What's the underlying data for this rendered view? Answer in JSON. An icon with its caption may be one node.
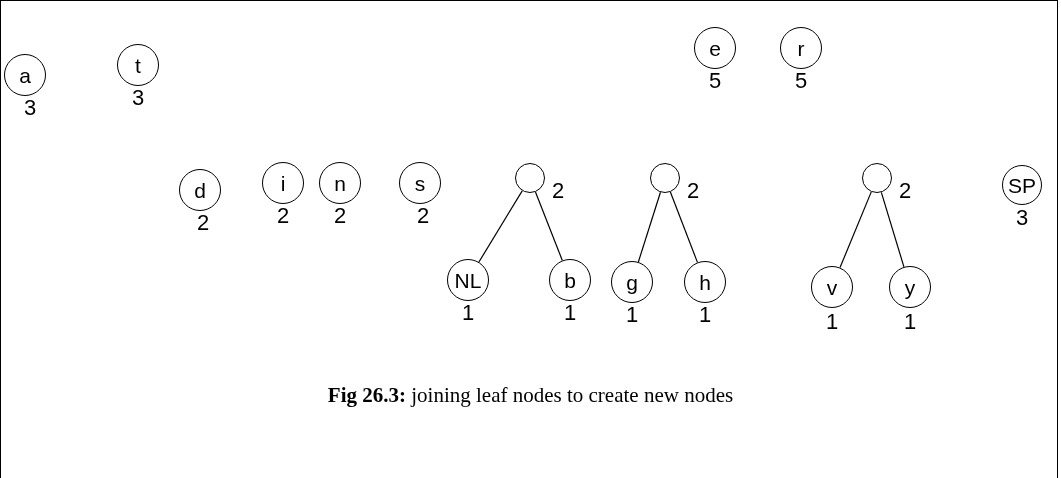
{
  "diagram": {
    "caption": "**Fig 26.3:** joining leaf nodes to create new nodes",
    "nodes": [
      {
        "text": [
          "a"
        ],
        "beside": [
          "3"
        ]
      },
      {
        "text": [
          "t"
        ],
        "beside": [
          "3"
        ]
      },
      {
        "text": [
          "e"
        ],
        "beside": [
          "5"
        ]
      },
      {
        "text": [
          "r"
        ],
        "beside": [
          "5"
        ]
      },
      {
        "text": [
          "d"
        ],
        "beside": [
          "2"
        ]
      },
      {
        "text": [
          "i"
        ],
        "beside": [
          "2"
        ]
      },
      {
        "text": [
          "n"
        ],
        "beside": [
          "2"
        ]
      },
      {
        "text": [
          "s"
        ],
        "beside": [
          "2"
        ]
      },
      {
        "text": [],
        "shape": "circle",
        "beside": [
          "2"
        ]
      },
      {
        "text": [],
        "shape": "circle",
        "beside": [
          "2"
        ]
      },
      {
        "text": [],
        "shape": "circle",
        "beside": [
          "2"
        ]
      },
      {
        "text": [
          "SP"
        ],
        "beside": [
          "3"
        ]
      },
      {
        "text": [
          "NL"
        ],
        "beside": [
          "1"
        ]
      },
      {
        "text": [
          "b"
        ],
        "beside": [
          "1"
        ]
      },
      {
        "text": [
          "g"
        ],
        "beside": [
          "1"
        ]
      },
      {
        "text": [
          "h"
        ],
        "beside": [
          "1"
        ]
      },
      {
        "text": [
          "v"
        ],
        "beside": [
          "1"
        ]
      },
      {
        "text": [
          "y"
        ],
        "beside": [
          "1"
        ]
      }
    ],
    "edges": [
      {
        "from": 8,
        "to": 12,
        "arrow": "none"
      },
      {
        "from": 8,
        "to": 13,
        "arrow": "none"
      },
      {
        "from": 9,
        "to": 14,
        "arrow": "none"
      },
      {
        "from": 9,
        "to": 15,
        "arrow": "none"
      },
      {
        "from": 10,
        "to": 16,
        "arrow": "none"
      },
      {
        "from": 10,
        "to": 17,
        "arrow": "none"
      }
    ]
  }
}
